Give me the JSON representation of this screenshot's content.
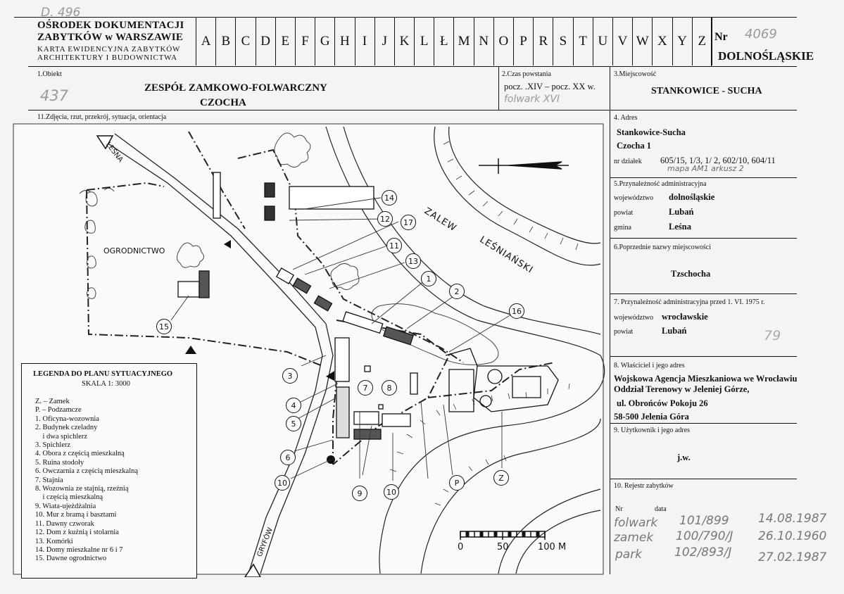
{
  "stamp": "D. 496",
  "institution": {
    "line1": "OŚRODEK DOKUMENTACJI",
    "line2": "ZABYTKÓW w WARSZAWIE",
    "line3": "KARTA EWIDENCYJNA ZABYTKÓW",
    "line4": "ARCHITEKTURY I BUDOWNICTWA"
  },
  "letters": [
    "A",
    "B",
    "C",
    "D",
    "E",
    "F",
    "G",
    "H",
    "I",
    "J",
    "K",
    "L",
    "Ł",
    "M",
    "N",
    "O",
    "P",
    "R",
    "S",
    "T",
    "U",
    "V",
    "W",
    "X",
    "Y",
    "Z"
  ],
  "nr": {
    "label": "Nr",
    "handwritten": "4069",
    "region": "DOLNOŚLĄSKIE"
  },
  "obiekt": {
    "label": "1.Obiekt",
    "handwritten": "437",
    "name_line1": "ZESPÓŁ ZAMKOWO-FOLWARCZNY",
    "name_line2": "CZOCHA"
  },
  "czas": {
    "label": "2.Czas powstania",
    "value": "pocz. .XIV – pocz. XX w.",
    "handwritten": "folwark XVI"
  },
  "miejscowosc": {
    "label": "3.Miejscowość",
    "value": "STANKOWICE - SUCHA"
  },
  "plan_label": "11.Zdjęcia, rzut, przekrój, sytuacja, orientacja",
  "adres": {
    "label": "4. Adres",
    "line1": "Stankowice-Sucha",
    "line2": "Czocha 1",
    "dzialki_label": "nr działek",
    "dzialki": "605/15, 1/3,  1/ 2, 602/10, 604/11",
    "mapa_handwritten": "mapa AM1 arkusz 2"
  },
  "przynaleznosc": {
    "label": "5.Przynależność administracyjna",
    "woj_label": "województwo",
    "woj": "dolnośląskie",
    "powiat_label": "powiat",
    "powiat": "Lubań",
    "gmina_label": "gmina",
    "gmina": "Leśna"
  },
  "poprzednie": {
    "label": "6.Poprzednie nazwy miejscowości",
    "value": "Tzschocha"
  },
  "przynaleznosc_1975": {
    "label": "7. Przynależność administracyjna przed 1. VI. 1975 r.",
    "woj_label": "województwo",
    "woj": "wrocławskie",
    "powiat_label": "powiat",
    "powiat": "Lubań",
    "handwritten": "79"
  },
  "wlasciciel": {
    "label": "8. Właściciel i jego adres",
    "line1": "Wojskowa Agencja Mieszkaniowa we Wrocławiu",
    "line2": "Oddział Terenowy  w Jeleniej Górze,",
    "line3": "ul. Obrońców Pokoju 26",
    "line4": "58-500 Jelenia Góra"
  },
  "uzytkownik": {
    "label": "9. Użytkownik i jego adres",
    "value": "j.w."
  },
  "rejestr": {
    "label": "10. Rejestr zabytków",
    "nr_label": "Nr",
    "data_label": "data",
    "rows": [
      {
        "name": "folwark",
        "nr": "101/899",
        "date": "14.08.1987"
      },
      {
        "name": "zamek",
        "nr": "100/790/J",
        "date": "26.10.1960"
      },
      {
        "name": "park",
        "nr": "102/893/J",
        "date": "27.02.1987"
      }
    ]
  },
  "legend": {
    "title": "LEGENDA DO PLANU SYTUACYJNEGO",
    "scale": "SKALA 1: 3000",
    "items": [
      "Z. – Zamek",
      "P. – Podzamcze",
      "1. Oficyna-wozownia",
      "2. Budynek czeladny",
      "    i dwa spichlerz",
      "3. Spichlerz",
      "4. Obora z częścią mieszkalną",
      "5. Ruina stodoły",
      "6. Owczarnia z częścią mieszkalną",
      "7. Stajnia",
      "8. Wozownia ze stajnią, rzeźnią",
      "    i częścią mieszkalną",
      "9. Wiata-ujeżdżalnia",
      "10. Mur z bramą i basztami",
      "11. Dawny czworak",
      "12. Dom z kuźnią i stolarnia",
      "13. Komórki",
      "14. Domy mieszkalne nr 6 i 7",
      "15. Dawne ogrodnictwo"
    ]
  },
  "map": {
    "ogrodnictwo": "OGRODNICTWO",
    "lesna": "LEŚNA",
    "gryfow": "GRYFÓW",
    "zalew": "ZALEW",
    "lesnianski": "LEŚNIAŃSKI",
    "scale_0": "0",
    "scale_50": "50",
    "scale_100": "100 M",
    "markers": [
      "14",
      "12",
      "17",
      "11",
      "13",
      "1",
      "2",
      "16",
      "3",
      "4",
      "5",
      "6",
      "7",
      "8",
      "9",
      "10",
      "10",
      "15",
      "P",
      "Z"
    ]
  }
}
